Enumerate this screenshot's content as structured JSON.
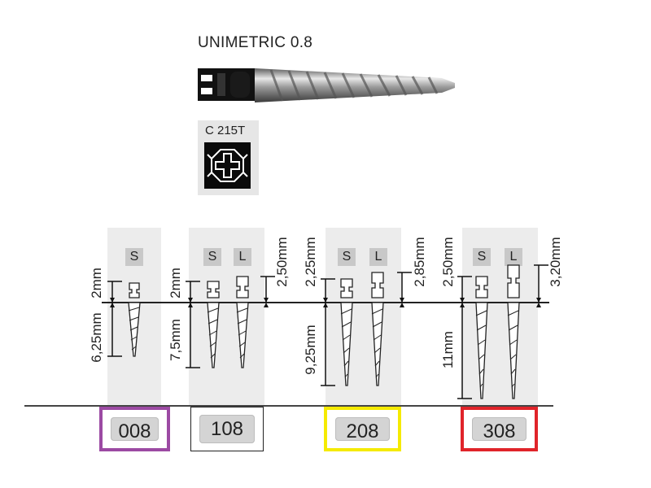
{
  "title": "UNIMETRIC 0.8",
  "profile": {
    "label": "C 215T",
    "icon": "cross-section-icon"
  },
  "columns": [
    {
      "size": "008",
      "color": "#9c4aa3",
      "head": "2mm",
      "body": "6,25mm",
      "variants": [
        "S"
      ]
    },
    {
      "size": "108",
      "color": "#222222",
      "head": "2mm",
      "body": "7,5mm",
      "variants": [
        "S",
        "L"
      ],
      "long_head": "2,50mm"
    },
    {
      "size": "208",
      "color": "#f5ea00",
      "head": "2,25mm",
      "body": "9,25mm",
      "variants": [
        "S",
        "L"
      ],
      "long_head": "2,85mm"
    },
    {
      "size": "308",
      "color": "#e0242a",
      "head": "2,50mm",
      "body": "11mm",
      "variants": [
        "S",
        "L"
      ],
      "long_head": "3,20mm"
    }
  ]
}
